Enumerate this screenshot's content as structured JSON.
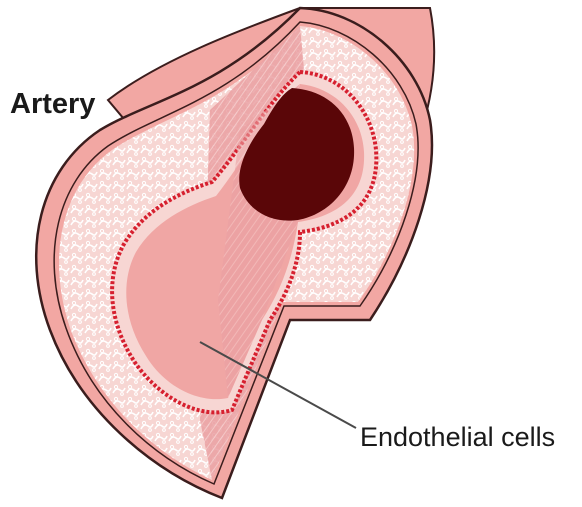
{
  "labels": {
    "artery": "Artery",
    "endothelial": "Endothelial cells"
  },
  "colors": {
    "outer_wall": "#f2a7a3",
    "wall_outline": "#3b1d1d",
    "media": "#f7d6d3",
    "media_pattern": "#ffffff",
    "cut_face": "#e9959a",
    "endothelium": "#d6202f",
    "lumen_blood": "#5a0608",
    "leader_line": "#4a4a4a"
  },
  "icons": [
    "artery-cross-section",
    "endothelial-cell-pattern"
  ]
}
